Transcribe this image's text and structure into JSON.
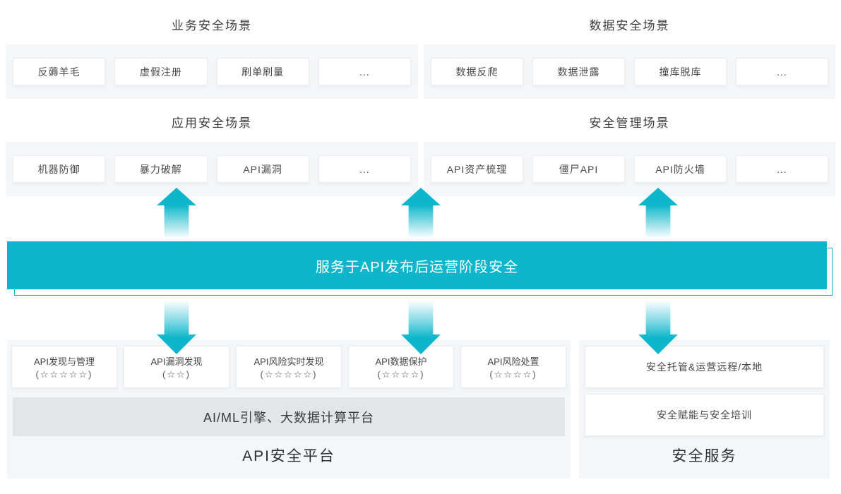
{
  "colors": {
    "accent_teal": "#0db6ca",
    "panel_bg": "#f4f6fa",
    "engine_bar_bg": "#e2e6e7"
  },
  "scenario_groups": [
    {
      "title": "业务安全场景",
      "items": [
        "反薅羊毛",
        "虚假注册",
        "刷单刷量",
        "..."
      ]
    },
    {
      "title": "数据安全场景",
      "items": [
        "数据反爬",
        "数据泄露",
        "撞库脱库",
        "..."
      ]
    },
    {
      "title": "应用安全场景",
      "items": [
        "机器防御",
        "暴力破解",
        "API漏洞",
        "..."
      ]
    },
    {
      "title": "安全管理场景",
      "items": [
        "API资产梳理",
        "僵尸API",
        "API防火墙",
        "..."
      ]
    }
  ],
  "banner": {
    "label": "服务于API发布后运营阶段安全"
  },
  "platform": {
    "title": "API安全平台",
    "engine_bar": "AI/ML引擎、大数据计算平台",
    "capabilities": [
      {
        "name": "API发现与管理",
        "rating": "(☆☆☆☆☆)"
      },
      {
        "name": "API漏洞发现",
        "rating": "(☆☆)"
      },
      {
        "name": "API风险实时发现",
        "rating": "(☆☆☆☆☆)"
      },
      {
        "name": "API数据保护",
        "rating": "(☆☆☆☆)"
      },
      {
        "name": "API风险处置",
        "rating": "(☆☆☆☆)"
      }
    ]
  },
  "services": {
    "title": "安全服务",
    "items": [
      "安全托管&运营远程/本地",
      "安全赋能与安全培训"
    ]
  }
}
